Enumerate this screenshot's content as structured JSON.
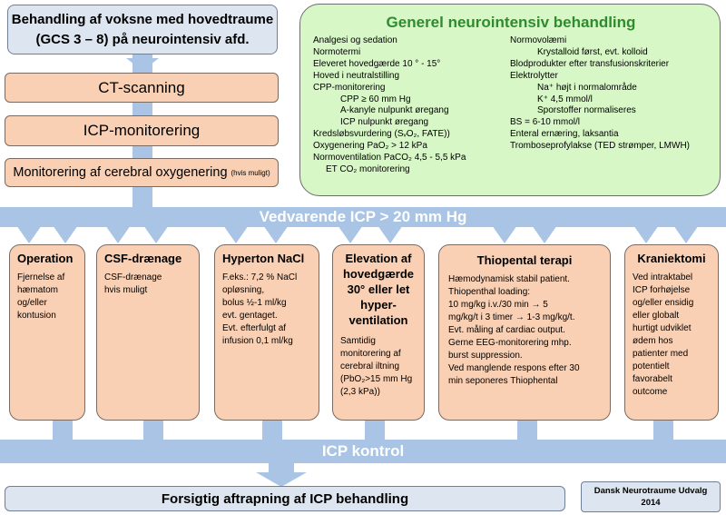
{
  "top_box": {
    "line1": "Behandling af voksne med hovedtraume",
    "line2": "(GCS 3 – 8) på neurointensiv afd."
  },
  "steps": {
    "ct": "CT-scanning",
    "icp": "ICP-monitorering",
    "oxy": "Monitorering af cerebral oxygenering",
    "oxy_note": "(hvis muligt)"
  },
  "general": {
    "title": "Generel neurointensiv behandling",
    "left": [
      {
        "text": "Analgesi og sedation",
        "indent": 0
      },
      {
        "text": "Normotermi",
        "indent": 0
      },
      {
        "text": "Eleveret hovedgærde 10 ° - 15°",
        "indent": 0
      },
      {
        "text": "Hoved i neutralstilling",
        "indent": 0
      },
      {
        "text": "CPP-monitorering",
        "indent": 0
      },
      {
        "text": "CPP ≥ 60 mm Hg",
        "indent": 2
      },
      {
        "text": "A-kanyle nulpunkt øregang",
        "indent": 2
      },
      {
        "text": "ICP nulpunkt øregang",
        "indent": 2
      },
      {
        "text": "Kredsløbsvurdering (SᵥO₂, FATE))",
        "indent": 0
      },
      {
        "text": "Oxygenering PaO₂ > 12 kPa",
        "indent": 0
      },
      {
        "text": "Normoventilation PaCO₂ 4,5 - 5,5 kPa",
        "indent": 0
      },
      {
        "text": "ET CO₂ monitorering",
        "indent": 1
      }
    ],
    "right": [
      {
        "text": "Normovolæmi",
        "indent": 0
      },
      {
        "text": "Krystalloid først, evt. kolloid",
        "indent": 2
      },
      {
        "text": "Blodprodukter efter transfusionskriterier",
        "indent": 0
      },
      {
        "text": "Elektrolytter",
        "indent": 0
      },
      {
        "text": "Na⁺ højt i normalområde",
        "indent": 2
      },
      {
        "text": "K⁺ 4,5 mmol/l",
        "indent": 2
      },
      {
        "text": "Sporstoffer normaliseres",
        "indent": 2
      },
      {
        "text": "BS = 6-10 mmol/l",
        "indent": 0
      },
      {
        "text": "Enteral ernæring, laksantia",
        "indent": 0
      },
      {
        "text": "Tromboseprofylakse (TED strømper, LMWH)",
        "indent": 0
      }
    ]
  },
  "band1": "Vedvarende ICP > 20 mm Hg",
  "treatments": [
    {
      "title": "Operation",
      "body": "Fjernelse af\nhæmatom\nog/eller\nkontusion"
    },
    {
      "title": "CSF-drænage",
      "body": "CSF-drænage\nhvis muligt"
    },
    {
      "title": "Hyperton NaCl",
      "body": "F.eks.: 7,2 % NaCl\nopløsning,\nbolus ½-1 ml/kg\nevt.  gentaget.\nEvt. efterfulgt af\ninfusion 0,1 ml/kg"
    },
    {
      "title": "Elevation af hovedgærde 30° eller let hyper-ventilation",
      "body": "Samtidig\nmonitorering af\ncerebral iltning\n(PbO₂>15 mm Hg\n(2,3 kPa))"
    },
    {
      "title": "Thiopental terapi",
      "body": "Hæmodynamisk stabil patient.\nThiopenthal loading:\n10 mg/kg i.v./30 min → 5\nmg/kg/t i 3 timer → 1-3 mg/kg/t.\nEvt. måling af cardiac output.\nGerne EEG-monitorering mhp.\nburst suppression.\nVed manglende respons efter 30\nmin seponeres Thiophental"
    },
    {
      "title": "Kraniektomi",
      "body": "Ved intraktabel\nICP forhøjelse\nog/eller ensidig\neller globalt\nhurtigt udviklet\nødem hos\npatienter med\npotentielt\nfavorabelt\noutcome"
    }
  ],
  "band2": "ICP kontrol",
  "final_box": "Forsigtig aftrapning af ICP behandling",
  "credit": {
    "line1": "Dansk Neurotraume Udvalg",
    "line2": "2014"
  },
  "colors": {
    "arrow_blue": "#a9c4e4",
    "box_blue": "#dde6f0",
    "box_peach": "#f9d0b4",
    "box_green": "#d7f7c6",
    "title_green": "#2e8b2e"
  }
}
